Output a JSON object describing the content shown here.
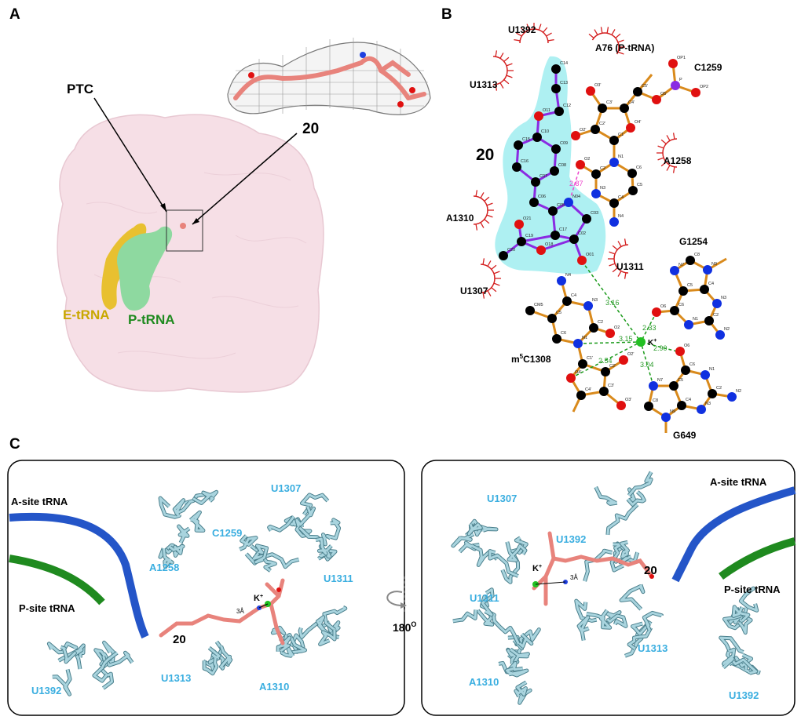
{
  "panel_labels": {
    "a": "A",
    "b": "B",
    "c": "C"
  },
  "panel_a": {
    "ptc": "PTC",
    "compound": "20",
    "e_trna": "E-tRNA",
    "p_trna": "P-tRNA"
  },
  "panel_b": {
    "compound": "20",
    "residues": {
      "u1392": "U1392",
      "a76": "A76 (P-tRNA)",
      "c1259": "C1259",
      "u1313": "U1313",
      "a1258": "A1258",
      "a1310": "A1310",
      "g1254": "G1254",
      "u1311": "U1311",
      "u1307": "U1307",
      "m5c1308_pre": "m",
      "m5c1308_sup": "5",
      "m5c1308_post": "C1308",
      "g649": "G649"
    },
    "k_ion": "K",
    "k_charge": "+",
    "distances": {
      "hbond": "2.87",
      "d1": "3.16",
      "d2": "2.33",
      "d3": "3.15",
      "d4": "2.90",
      "d5": "2.54",
      "d6": "3.04"
    },
    "atom_labels": {
      "C14": "C14",
      "C13": "C13",
      "C12": "C12",
      "O11": "O11",
      "C10": "C10",
      "C15": "C15",
      "C09": "C09",
      "C16": "C16",
      "C08": "C08",
      "C07": "C07",
      "C06": "C06",
      "N04": "N04",
      "C05": "C05",
      "C03": "C03",
      "C17": "C17",
      "C02": "C02",
      "O01": "O01",
      "C19": "C19",
      "O18": "O18",
      "C20": "C20",
      "O21": "O21",
      "aO3": "O3'",
      "aC3": "C3'",
      "aC4": "C4'",
      "aC5p": "C5'",
      "aO5": "O5'",
      "aP": "P",
      "aOP1": "OP1",
      "aOP2": "OP2",
      "aO4": "O4'",
      "aC1": "C1'",
      "aC2p": "C2'",
      "aO2p": "O2'",
      "aN1": "N1",
      "aC6": "C6",
      "aC5": "C5",
      "aC4b": "C4",
      "aN3": "N3",
      "aC2": "C2",
      "aO2": "O2",
      "aN4": "N4",
      "mN4": "N4",
      "mC4": "C4",
      "mN3": "N3",
      "mC2": "C2",
      "mO2": "O2",
      "mN1": "N1",
      "mC6": "C6",
      "mC5": "C5",
      "mCM5": "CM5",
      "mC1": "C1'",
      "mC2p": "C2'",
      "mO2p": "O2'",
      "mC3": "C3'",
      "mO3": "O3'",
      "mC4p": "C4'",
      "mO4": "O4'",
      "gC8": "C8",
      "gN9": "N9",
      "gN7": "N7",
      "gC5": "C5",
      "gC4": "C4",
      "gN3": "N3",
      "gC2": "C2",
      "gN2": "N2",
      "gN1": "N1",
      "gC6": "C6",
      "gO6": "O6",
      "hO6": "O6",
      "hC6": "C6",
      "hN1": "N1",
      "hC2": "C2",
      "hN2": "N2",
      "hN3": "N3",
      "hC4": "C4",
      "hC5": "C5",
      "hN7": "N7",
      "hC8": "C8",
      "hN9": "N9"
    }
  },
  "panel_c": {
    "left": {
      "a_site": "A-site tRNA",
      "p_site": "P-site tRNA",
      "u1307": "U1307",
      "c1259": "C1259",
      "a1258": "A1258",
      "u1311": "U1311",
      "k": "K",
      "k_sup": "+",
      "dist": "3Å",
      "compound": "20",
      "u1392": "U1392",
      "u1313": "U1313",
      "a1310": "A1310"
    },
    "rotation": "180",
    "rotation_sup": "O",
    "right": {
      "u1307": "U1307",
      "u1392": "U1392",
      "a_site": "A-site tRNA",
      "p_site": "P-site tRNA",
      "k": "K",
      "k_sup": "+",
      "dist": "3Å",
      "compound": "20",
      "u1311": "U1311",
      "u1313": "U1313",
      "a1310": "A1310",
      "u1392b": "U1392"
    }
  },
  "colors": {
    "residue_label": "#3aaee0",
    "ligand": "#e8837c",
    "stick": "#a9d4de",
    "a_trna": "#2455c8",
    "p_trna": "#1f8a1f",
    "ribosome": "#f6dfe6",
    "k_ion": "#22c022"
  }
}
